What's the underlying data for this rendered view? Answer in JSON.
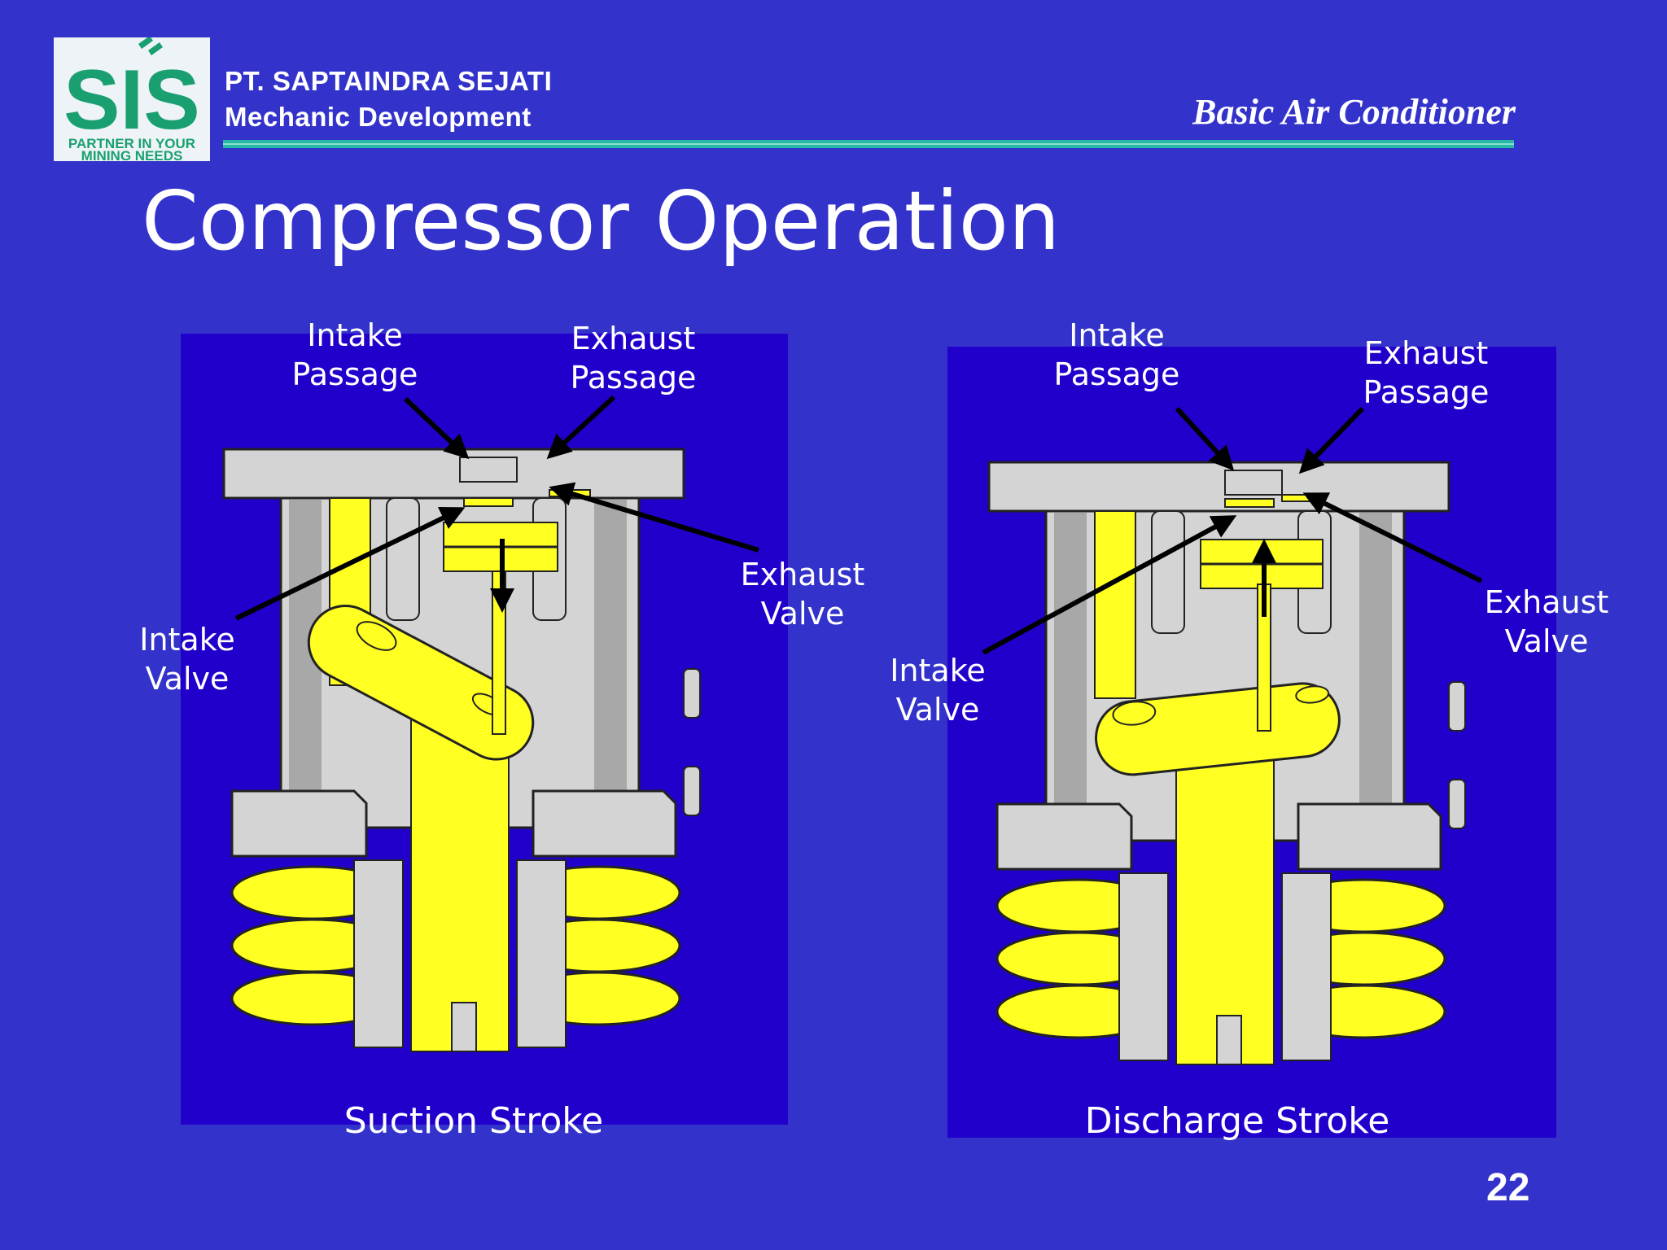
{
  "header": {
    "company_line1": "PT. SAPTAINDRA SEJATI",
    "company_line2": "Mechanic Development",
    "course_title": "Basic Air Conditioner",
    "logo": {
      "letters": "SIS",
      "tagline_line1": "PARTNER IN YOUR",
      "tagline_line2": "MINING NEEDS"
    }
  },
  "slide": {
    "title": "Compressor Operation",
    "page_number": "22"
  },
  "diagrams": [
    {
      "caption": "Suction Stroke",
      "labels": {
        "intake_passage": [
          "Intake",
          "Passage"
        ],
        "exhaust_passage": [
          "Exhaust",
          "Passage"
        ],
        "exhaust_valve": [
          "Exhaust",
          "Valve"
        ],
        "intake_valve": [
          "Intake",
          "Valve"
        ]
      },
      "piston_direction": "down"
    },
    {
      "caption": "Discharge Stroke",
      "labels": {
        "intake_passage": [
          "Intake",
          "Passage"
        ],
        "exhaust_passage": [
          "Exhaust",
          "Passage"
        ],
        "exhaust_valve": [
          "Exhaust",
          "Valve"
        ],
        "intake_valve": [
          "Intake",
          "Valve"
        ]
      },
      "piston_direction": "up"
    }
  ],
  "colors": {
    "background": "#3333cc",
    "panel": "#2200cc",
    "metal": "#d4d4d4",
    "piston": "#ffff22",
    "accent_line": "#27b8a6",
    "logo_green": "#1aa070"
  }
}
